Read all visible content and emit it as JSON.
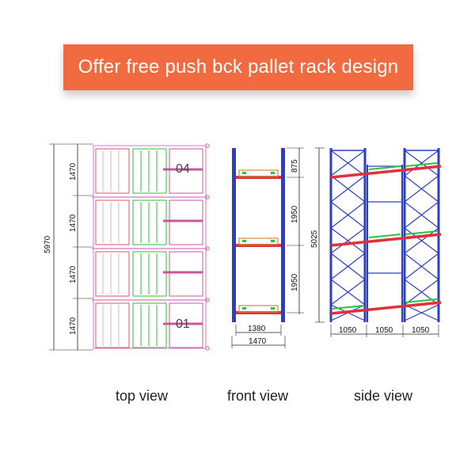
{
  "banner": {
    "title": "Offer free push bck pallet rack design",
    "color": "#f26a40"
  },
  "views": {
    "top": {
      "label": "top view",
      "total_length": "5970",
      "bay_lengths": [
        "1470",
        "1470",
        "1470",
        "1470"
      ],
      "lane_numbers": [
        "04",
        "01"
      ]
    },
    "front": {
      "label": "front view",
      "height_total": "5025",
      "level_heights": [
        "875",
        "1950",
        "1950"
      ],
      "inner_width": "1380",
      "outer_width": "1470"
    },
    "side": {
      "label": "side view",
      "widths": [
        "1050",
        "1050",
        "1050"
      ]
    }
  },
  "colors": {
    "upright": "#2b3ec9",
    "beam": "#e0303a",
    "cart_green": "#2ec13a",
    "frame_pink": "#e08ad0",
    "dimension": "#222222"
  }
}
